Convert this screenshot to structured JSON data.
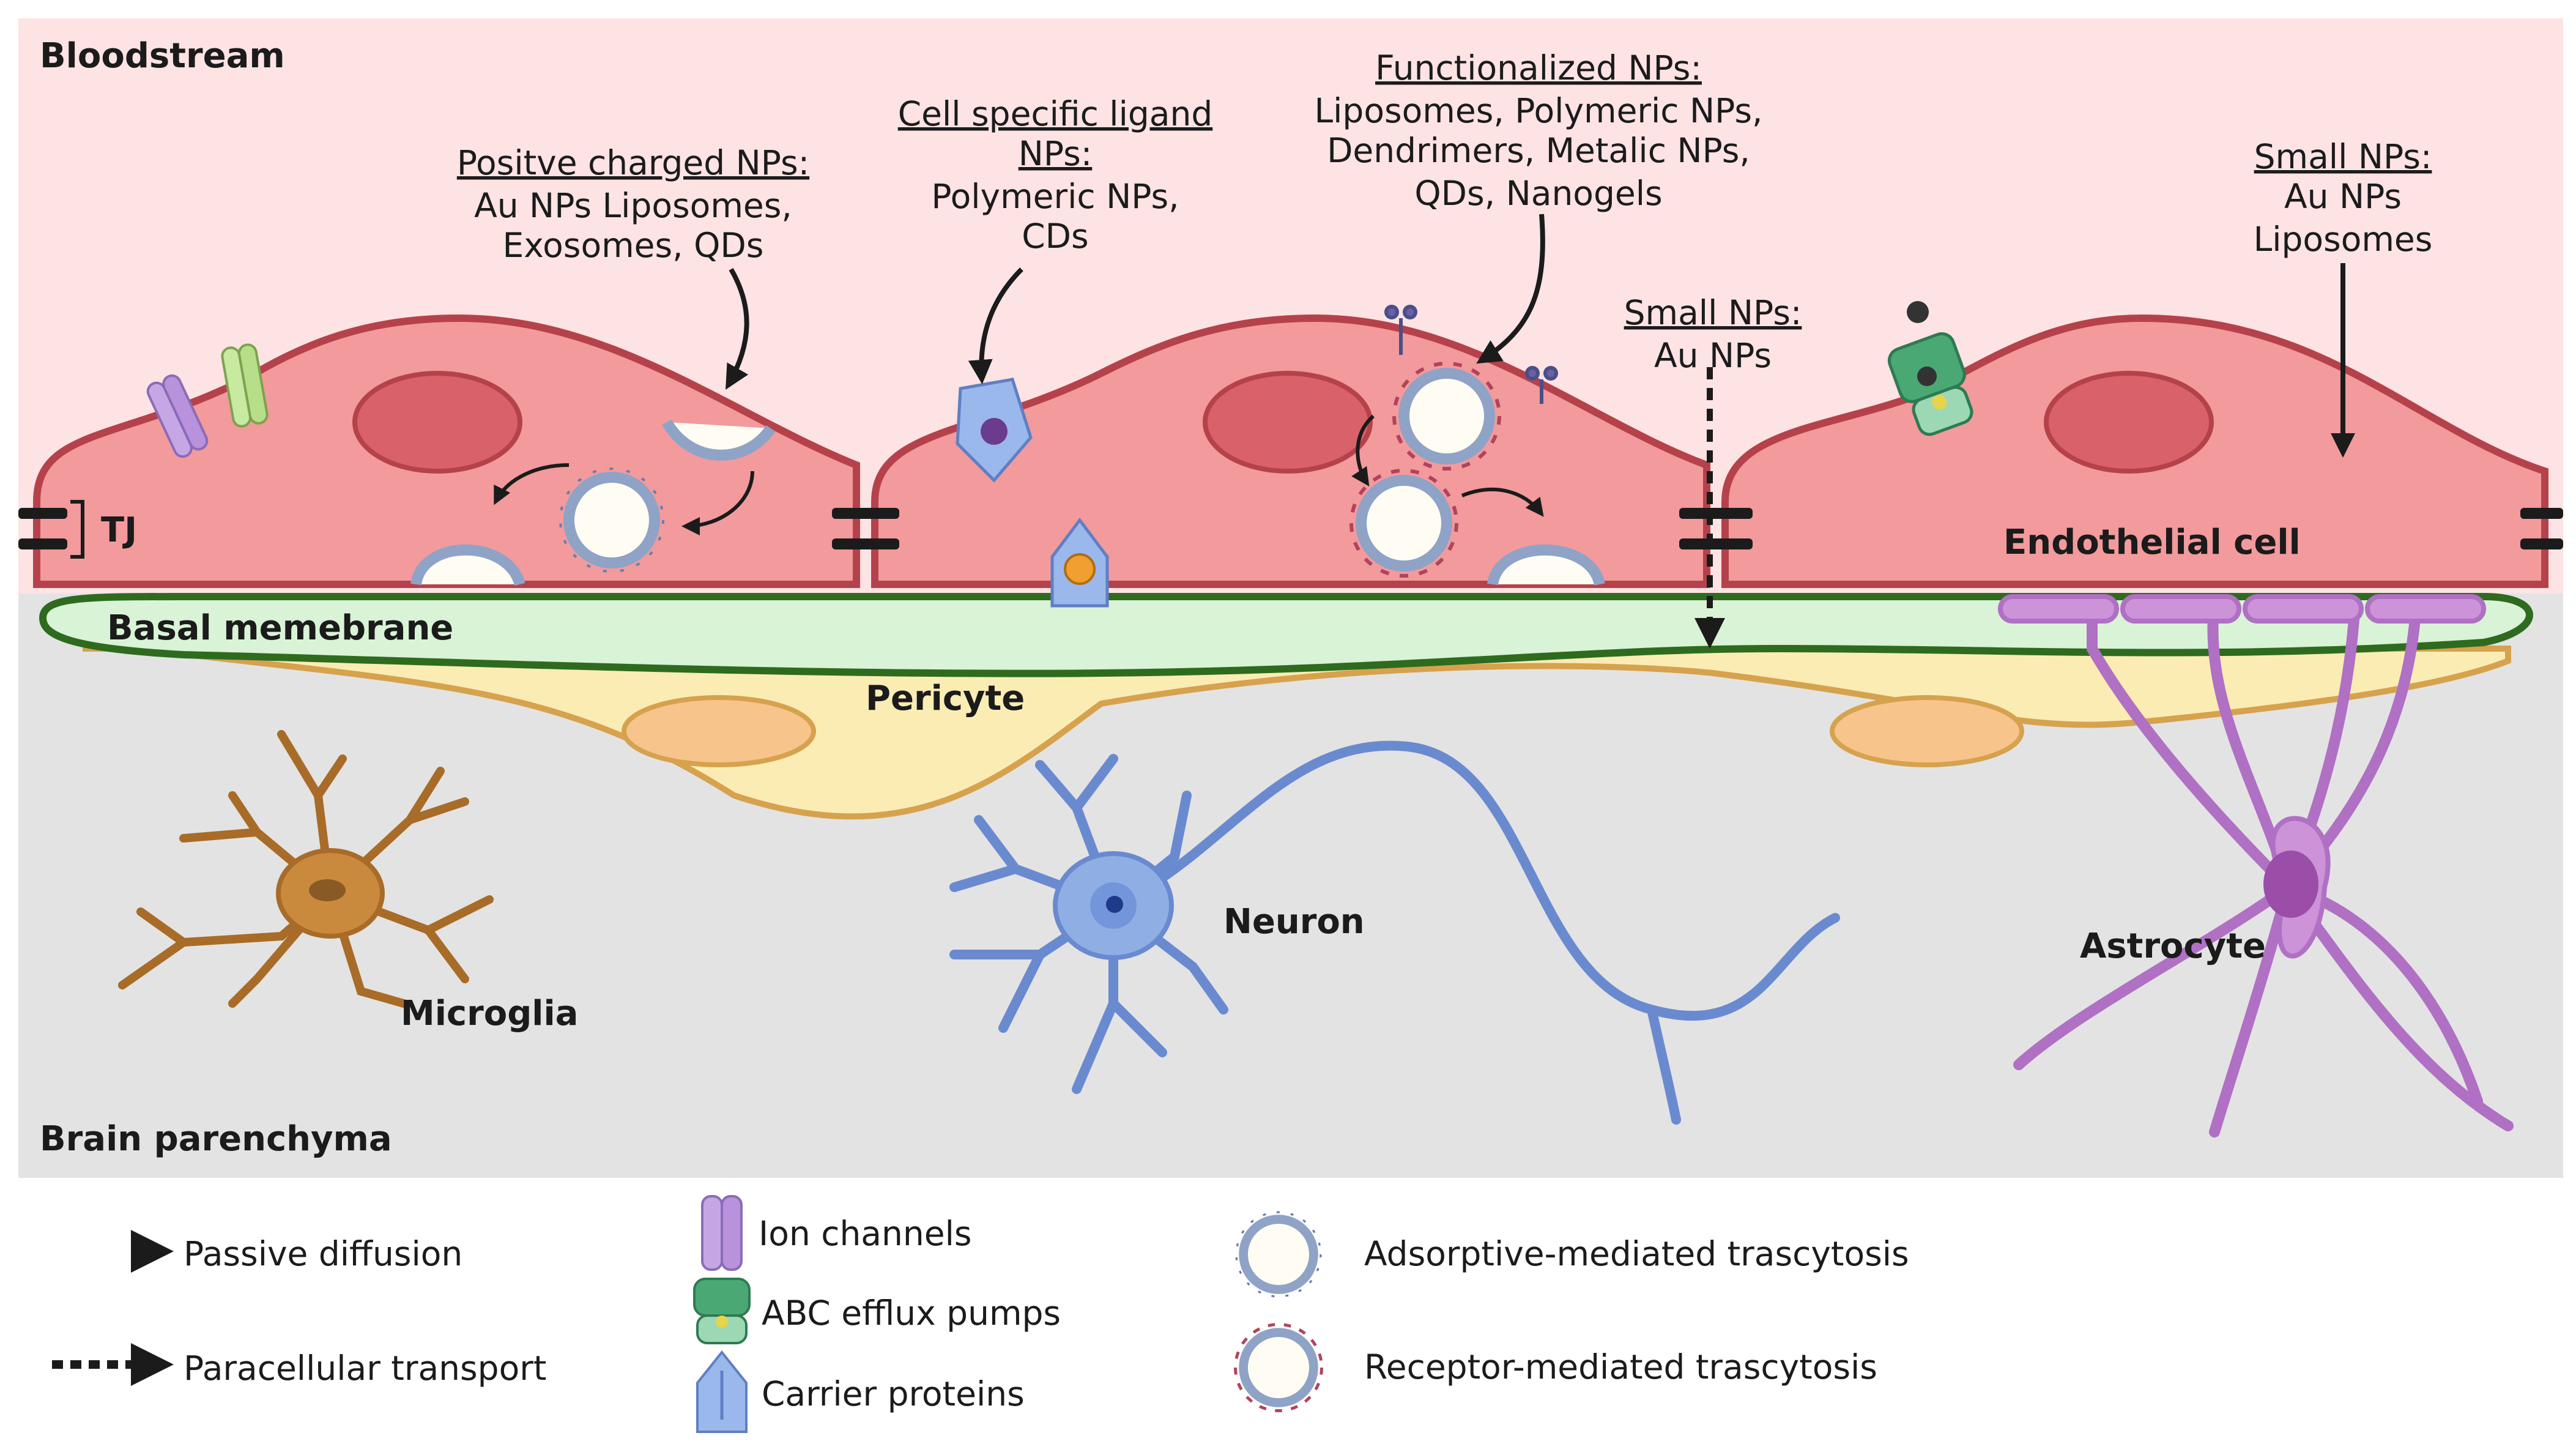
{
  "regions": {
    "bloodstream": "Bloodstream",
    "brain": "Brain parenchyma",
    "tj": "TJ",
    "basal": "Basal memebrane",
    "pericyte": "Pericyte",
    "endothelial": "Endothelial cell",
    "microglia": "Microglia",
    "neuron": "Neuron",
    "astrocyte": "Astrocyte"
  },
  "callouts": {
    "positive": {
      "head": "Positve charged NPs:",
      "lines": [
        "Au NPs Liposomes,",
        "Exosomes, QDs"
      ]
    },
    "ligand": {
      "head1": "Cell specific ligand",
      "head2": "NPs:",
      "lines": [
        "Polymeric NPs,",
        "CDs"
      ]
    },
    "functional": {
      "head": "Functionalized NPs:",
      "lines": [
        "Liposomes, Polymeric NPs,",
        "Dendrimers, Metalic NPs,",
        "QDs, Nanogels"
      ]
    },
    "small_mid": {
      "head": "Small NPs:",
      "lines": [
        "Au NPs"
      ]
    },
    "small_right": {
      "head": "Small NPs:",
      "lines": [
        "Au NPs",
        "Liposomes"
      ]
    }
  },
  "legend": {
    "passive": "Passive diffusion",
    "paracellular": "Paracellular transport",
    "ion": "Ion channels",
    "abc": "ABC efflux pumps",
    "carrier": "Carrier proteins",
    "adsorptive": "Adsorptive-mediated trascytosis",
    "receptor": "Receptor-mediated trascytosis"
  },
  "colors": {
    "blood": "#fde3e4",
    "brain": "#e3e3e3",
    "cell": "#f29a9c",
    "cell_outline": "#b5424b",
    "nucleus": "#d8616a",
    "basal": "#d9f3d6",
    "basal_outline": "#2e6b1f",
    "pericyte": "#fbecb4",
    "pericyte_outline": "#d6a24e",
    "microglia": "#c98a3e",
    "neuron": "#8faee3",
    "astrocyte": "#cd93d8"
  }
}
